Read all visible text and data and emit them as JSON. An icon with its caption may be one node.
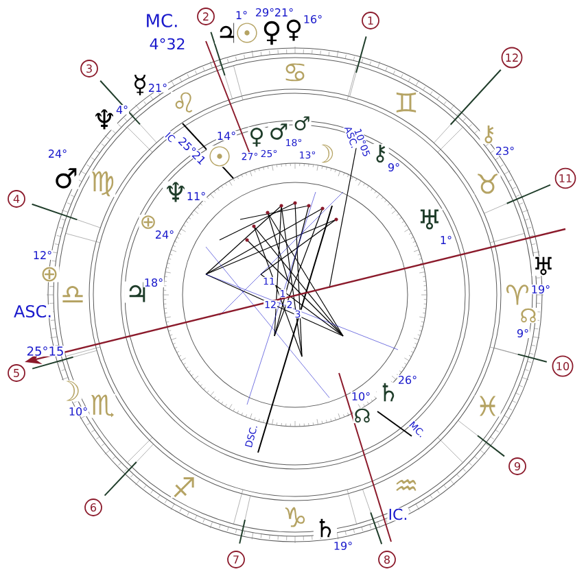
{
  "diagram": {
    "nodes": [
      {
        "text": [
          "1"
        ]
      },
      {
        "text": [
          "2"
        ]
      },
      {
        "text": [
          "3"
        ]
      },
      {
        "text": [
          "4"
        ]
      },
      {
        "text": [
          "5"
        ]
      },
      {
        "text": [
          "6"
        ]
      },
      {
        "text": [
          "7"
        ]
      },
      {
        "text": [
          "8"
        ]
      },
      {
        "text": [
          "9"
        ]
      },
      {
        "text": [
          "10"
        ]
      },
      {
        "text": [
          "11"
        ]
      },
      {
        "text": [
          "12"
        ]
      }
    ],
    "labels": [
      "MC.",
      "4°32",
      "♃",
      "1°",
      "☉",
      "29°",
      "♀",
      "21°",
      "♀",
      "16°",
      "☿",
      "21°",
      "♆",
      "4°",
      "♂",
      "24°",
      "⊕",
      "12°",
      "☽",
      "10°",
      "♄",
      "19°",
      "⚷",
      "23°",
      "♅",
      "19°",
      "☊",
      "9°",
      "☉",
      "14°",
      "♆",
      "11°",
      "⊕",
      "24°",
      "♃",
      "18°",
      "25°21",
      "IC",
      "27°",
      "25°",
      "♀",
      "♂",
      "♂",
      "18°",
      "☽",
      "13°",
      "ASC.",
      "10°05",
      "⚷",
      "9°",
      "♅",
      "1°",
      "☊",
      "10°",
      "♄",
      "26°",
      "MC.",
      "IC.",
      "DSC.",
      "ASC.",
      "25°15",
      "♋",
      "♊",
      "♉",
      "♈",
      "♓",
      "♒",
      "♑",
      "♐",
      "♏",
      "♎",
      "♍",
      "♌",
      "11",
      "12",
      "1",
      "2",
      "3"
    ]
  }
}
